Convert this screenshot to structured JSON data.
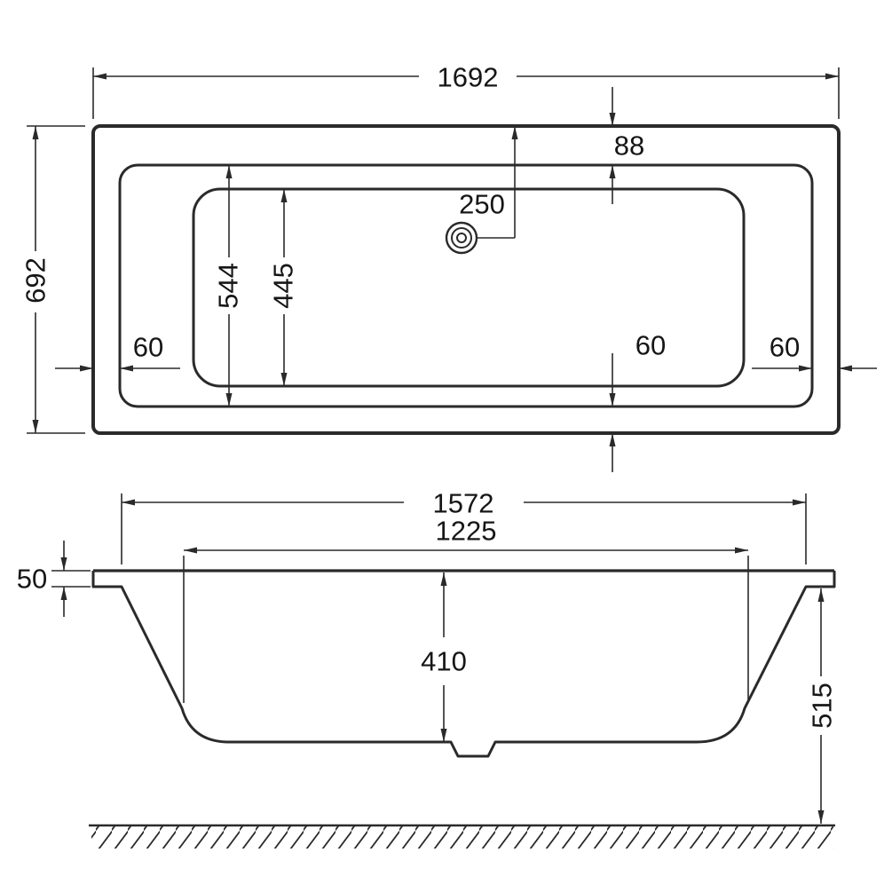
{
  "top_view": {
    "overall_length": "1692",
    "overall_width": "692",
    "rim_top": "88",
    "waste_offset": "250",
    "rim_opening_width": "544",
    "basin_base_width": "445",
    "rim_left": "60",
    "rim_right": "60",
    "rim_bottom": "60"
  },
  "side_view": {
    "top_length": "1572",
    "base_length": "1225",
    "rim_height": "50",
    "inner_depth": "410",
    "overall_height": "515"
  }
}
